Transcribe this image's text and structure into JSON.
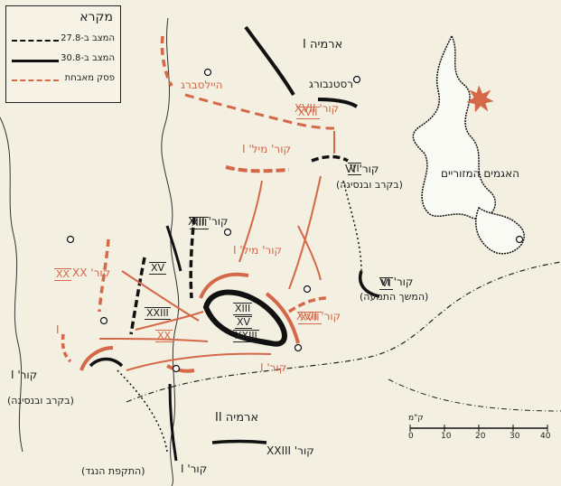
{
  "legend": {
    "title": "מקרא",
    "rows": [
      {
        "text": "המצב ב-27.8",
        "style": "dashed-black"
      },
      {
        "text": "המצב ב-30.8",
        "style": "solid-black"
      },
      {
        "text": "פסק מאבחת",
        "style": "dashed-red"
      }
    ]
  },
  "labels": {
    "army1": "ארמיה I",
    "army2": "ארמיה II",
    "rastenburg": "רסטנבורג",
    "heilsberg": "היילסברג",
    "lakes": "האגמים המזוריים",
    "corps17_top": "קור' XVII",
    "corps_mil1": "קור' מיל' I",
    "corps6": "קור' VI",
    "corps6_note": "(בקרב ובנסיגה)",
    "corps13": "קור' XIII",
    "corps_mil1_b": "קור' מיל' I",
    "corps20": "קור' XX",
    "corps6_b": "קור' VI",
    "corps6_b_note": "(המשך התנועה)",
    "corps17_b": "קור' XVII",
    "corps1": "קור' I",
    "corps1_note": "(בקרב ובנסיגה)",
    "corps1_right": "קור' I",
    "corps23": "קור' XXIII",
    "corps1b": "קור' I",
    "corps1b_note": "(התקפת הנגד)",
    "corps_i_left": "I"
  },
  "units": {
    "xvii_top": "XVII",
    "vi": "VI",
    "xiii": "XIII",
    "xx": "XX",
    "xv": "XV",
    "xxiii": "XXIII",
    "vi_b": "VI",
    "xvii_b": "XVII",
    "pocket_xiii": "XIII",
    "pocket_xv": "XV",
    "pocket_xxiii": "XXIII",
    "xx_b": "XX"
  },
  "scale": {
    "unit": "ק\"מ",
    "ticks": [
      "0",
      "10",
      "20",
      "30",
      "40"
    ]
  },
  "colors": {
    "background": "#f3efe1",
    "ink": "#1c1c1c",
    "red": "#d46848"
  }
}
